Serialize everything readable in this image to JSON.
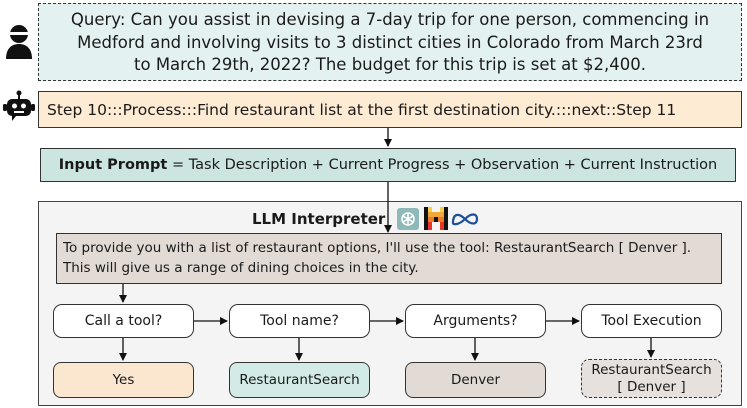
{
  "query": {
    "line1": "Query: Can you assist in devising a 7-day trip for one person, commencing in",
    "line2": "Medford and involving visits to 3 distinct cities in Colorado from March 23rd",
    "line3": "to March 29th, 2022? The budget for this trip is set at $2,400."
  },
  "step": {
    "text": "Step 10:::Process:::Find restaurant list at the first destination city.:::next::Step 11"
  },
  "input_prompt": {
    "label": "Input Prompt",
    "formula": " = Task Description + Current Progress + Observation + Current Instruction"
  },
  "llm": {
    "title": "LLM Interpreter",
    "response_line1": "To provide you with a list of restaurant options, I'll use the tool: RestaurantSearch [ Denver ].",
    "response_line2": "This will give us a range of dining choices in the city."
  },
  "flow": {
    "steps": [
      "Call a tool?",
      "Tool name?",
      "Arguments?",
      "Tool Execution"
    ],
    "outputs": {
      "yes": "Yes",
      "tool_name": "RestaurantSearch",
      "arguments": "Denver",
      "execution_line1": "RestaurantSearch",
      "execution_line2": "[ Denver ]"
    }
  },
  "colors": {
    "query_bg": "#e4f1f1",
    "step_bg": "#fdebd3",
    "prompt_bg": "#cde5e0",
    "response_bg": "#e2dbd5",
    "yes_bg": "#fbe7cf",
    "tool_bg": "#d3ebe6",
    "args_bg": "#e2dbd5",
    "exec_bg": "#e6e1dc"
  },
  "icons": [
    "user-icon",
    "robot-icon",
    "openai-logo-icon",
    "mistral-logo-icon",
    "meta-logo-icon"
  ]
}
